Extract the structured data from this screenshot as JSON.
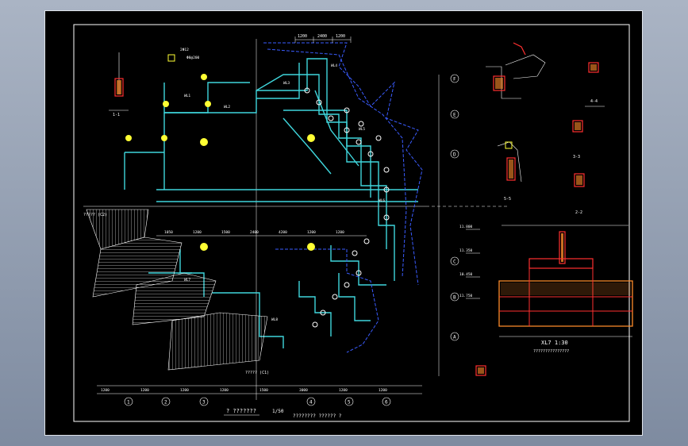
{
  "colors": {
    "background": "#000000",
    "frame": "#ffffff",
    "axis": "#ffffff",
    "beam": "#3fd6dc",
    "dashed": "#3a5cff",
    "column": "#ffff33",
    "rebar": "#ff3030",
    "concrete": "#ff8c2a",
    "text": "#ffffff",
    "hatch": "#e8e8e8"
  },
  "plan": {
    "title": "? ???????",
    "scale": "1/50",
    "subtitle": "???????? ?????? ?",
    "label_c2": "????? (C2)",
    "label_c1": "????? (C1)"
  },
  "grid": {
    "columns": [
      "1",
      "2",
      "3",
      "4",
      "5",
      "6"
    ],
    "rows": [
      "F",
      "E",
      "D",
      "C",
      "B",
      "A"
    ]
  },
  "dimensions": {
    "top": [
      "1200",
      "2400",
      "1200"
    ],
    "mid": [
      "1050",
      "1200",
      "1500",
      "2400",
      "4200",
      "1200",
      "1200"
    ],
    "bottom": [
      "1200",
      "1200",
      "1200",
      "1200",
      "1500",
      "3000",
      "1200",
      "1200"
    ],
    "side_elevations": [
      "11.800",
      "11.350",
      "10.450",
      "11.750"
    ]
  },
  "details": {
    "sec_4_4": "4-4",
    "sec_5_5": "5-5",
    "sec_3_3": "3-3",
    "sec_1_1": "1-1",
    "sec_2_2": "2-2",
    "elevation_title": "XL7 1:30",
    "elevation_sub": "???????????????",
    "rebar_note": "2Φ12",
    "stirrup_note": "Φ8@200"
  },
  "beam_tags": [
    "WL1",
    "WL2",
    "WL3",
    "WL4",
    "WL5",
    "WL6",
    "WL7",
    "WL8"
  ]
}
